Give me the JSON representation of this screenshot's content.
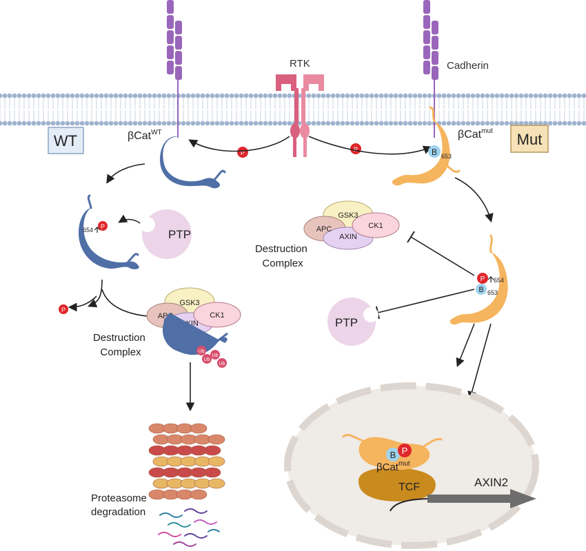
{
  "labels": {
    "rtk": "RTK",
    "cadherin": "Cadherin",
    "wt_box": "WT",
    "mut_box": "Mut",
    "bcat_wt_base": "βCat",
    "bcat_wt_sup": "WT",
    "bcat_mut_base": "βCat",
    "bcat_mut_sup": "mut",
    "phospho": "P",
    "b": "B",
    "site_653": "653",
    "site_654": "654",
    "ptp": "PTP",
    "gsk3": "GSK3",
    "apc": "APC",
    "ck1": "CK1",
    "axin": "AXIN",
    "destruction_line1": "Destruction",
    "destruction_line2": "Complex",
    "ub": "Ub",
    "proteasome_line1": "Proteasome",
    "proteasome_line2": "degradation",
    "tcf": "TCF",
    "axin2": "AXIN2"
  },
  "colors": {
    "membrane_head": "#9fb3cf",
    "membrane_tail": "#c9d3e2",
    "cadherin": "#9966bb",
    "rtk": "#d9607e",
    "bcat_wt": "#4f6fa6",
    "bcat_mut": "#f5b45e",
    "phospho": "#e0262b",
    "b_site": "#9fd3ee",
    "ptp": "#ecd5e8",
    "gsk3": "#f8f1c4",
    "apc": "#e8c3bd",
    "ck1": "#fbd5de",
    "axin": "#e5d1f1",
    "ub": "#d84e6c",
    "nucleus": "#efebe6",
    "nuclear_envelope": "#ddd5cf",
    "tcf": "#c98a1e",
    "wt_box_fill": "#e4ecf7",
    "mut_box_fill": "#f6e2b6"
  }
}
